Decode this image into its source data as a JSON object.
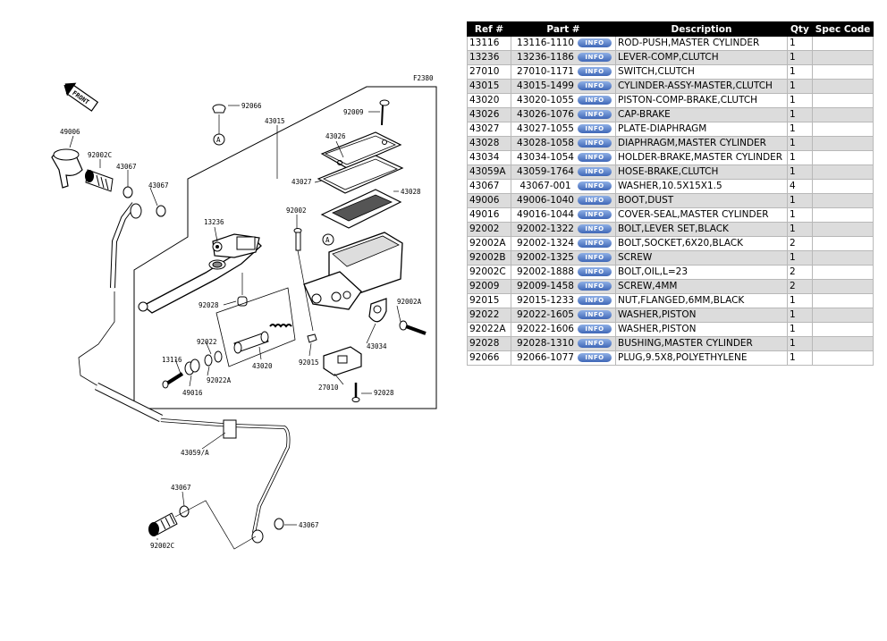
{
  "diagram": {
    "code": "F2380",
    "front_label": "FRONT",
    "labels": {
      "l92066": "92066",
      "l43015": "43015",
      "l92009": "92009",
      "l43026": "43026",
      "l43027": "43027",
      "l43028": "43028",
      "l49006": "49006",
      "l92002c": "92002C",
      "l43067a": "43067",
      "l43067b": "43067",
      "l13236": "13236",
      "l92002": "92002",
      "l92028": "92028",
      "l92002a": "92002A",
      "l92022": "92022",
      "l13116": "13116",
      "l49016": "49016",
      "l92022a": "92022A",
      "l43020": "43020",
      "l92015": "92015",
      "l43034": "43034",
      "l27010": "27010",
      "l92028b": "92028",
      "l43059": "43059/A",
      "l43067c": "43067",
      "l92002c2": "92002C",
      "l43067d": "43067",
      "circleA1": "A",
      "circleA2": "A"
    }
  },
  "table": {
    "headers": [
      "Ref #",
      "Part #",
      "Description",
      "Qty",
      "Spec Code"
    ],
    "info_label": "INFO",
    "rows": [
      {
        "ref": "13116",
        "part": "13116-1110",
        "desc": "ROD-PUSH,MASTER CYLINDER",
        "qty": "1",
        "spec": ""
      },
      {
        "ref": "13236",
        "part": "13236-1186",
        "desc": "LEVER-COMP,CLUTCH",
        "qty": "1",
        "spec": ""
      },
      {
        "ref": "27010",
        "part": "27010-1171",
        "desc": "SWITCH,CLUTCH",
        "qty": "1",
        "spec": ""
      },
      {
        "ref": "43015",
        "part": "43015-1499",
        "desc": "CYLINDER-ASSY-MASTER,CLUTCH",
        "qty": "1",
        "spec": ""
      },
      {
        "ref": "43020",
        "part": "43020-1055",
        "desc": "PISTON-COMP-BRAKE,CLUTCH",
        "qty": "1",
        "spec": ""
      },
      {
        "ref": "43026",
        "part": "43026-1076",
        "desc": "CAP-BRAKE",
        "qty": "1",
        "spec": ""
      },
      {
        "ref": "43027",
        "part": "43027-1055",
        "desc": "PLATE-DIAPHRAGM",
        "qty": "1",
        "spec": ""
      },
      {
        "ref": "43028",
        "part": "43028-1058",
        "desc": "DIAPHRAGM,MASTER CYLINDER",
        "qty": "1",
        "spec": ""
      },
      {
        "ref": "43034",
        "part": "43034-1054",
        "desc": "HOLDER-BRAKE,MASTER CYLINDER",
        "qty": "1",
        "spec": ""
      },
      {
        "ref": "43059A",
        "part": "43059-1764",
        "desc": "HOSE-BRAKE,CLUTCH",
        "qty": "1",
        "spec": ""
      },
      {
        "ref": "43067",
        "part": "43067-001",
        "desc": "WASHER,10.5X15X1.5",
        "qty": "4",
        "spec": ""
      },
      {
        "ref": "49006",
        "part": "49006-1040",
        "desc": "BOOT,DUST",
        "qty": "1",
        "spec": ""
      },
      {
        "ref": "49016",
        "part": "49016-1044",
        "desc": "COVER-SEAL,MASTER CYLINDER",
        "qty": "1",
        "spec": ""
      },
      {
        "ref": "92002",
        "part": "92002-1322",
        "desc": "BOLT,LEVER SET,BLACK",
        "qty": "1",
        "spec": ""
      },
      {
        "ref": "92002A",
        "part": "92002-1324",
        "desc": "BOLT,SOCKET,6X20,BLACK",
        "qty": "2",
        "spec": ""
      },
      {
        "ref": "92002B",
        "part": "92002-1325",
        "desc": "SCREW",
        "qty": "1",
        "spec": ""
      },
      {
        "ref": "92002C",
        "part": "92002-1888",
        "desc": "BOLT,OIL,L=23",
        "qty": "2",
        "spec": ""
      },
      {
        "ref": "92009",
        "part": "92009-1458",
        "desc": "SCREW,4MM",
        "qty": "2",
        "spec": ""
      },
      {
        "ref": "92015",
        "part": "92015-1233",
        "desc": "NUT,FLANGED,6MM,BLACK",
        "qty": "1",
        "spec": ""
      },
      {
        "ref": "92022",
        "part": "92022-1605",
        "desc": "WASHER,PISTON",
        "qty": "1",
        "spec": ""
      },
      {
        "ref": "92022A",
        "part": "92022-1606",
        "desc": "WASHER,PISTON",
        "qty": "1",
        "spec": ""
      },
      {
        "ref": "92028",
        "part": "92028-1310",
        "desc": "BUSHING,MASTER CYLINDER",
        "qty": "1",
        "spec": ""
      },
      {
        "ref": "92066",
        "part": "92066-1077",
        "desc": "PLUG,9.5X8,POLYETHYLENE",
        "qty": "1",
        "spec": ""
      }
    ]
  }
}
